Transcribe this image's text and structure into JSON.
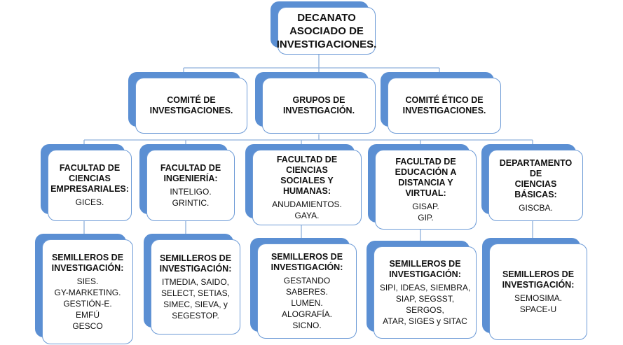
{
  "root": {
    "title": "DECANATO\nASOCIADO DE\nINVESTIGACIONES."
  },
  "level1": [
    {
      "title": "COMITÉ DE\nINVESTIGACIONES."
    },
    {
      "title": "GRUPOS DE\nINVESTIGACIÓN."
    },
    {
      "title": "COMITÉ ÉTICO DE\nINVESTIGACIONES."
    }
  ],
  "faculties": [
    {
      "title": "FACULTAD DE\nCIENCIAS\nEMPRESARIALES:",
      "items": [
        "GICES."
      ]
    },
    {
      "title": "FACULTAD DE\nINGENIERÍA:",
      "items": [
        "INTELIGO.",
        "GRINTIC."
      ]
    },
    {
      "title": "FACULTAD DE CIENCIAS\nSOCIALES Y HUMANAS:",
      "items": [
        "ANUDAMIENTOS.",
        "GAYA."
      ]
    },
    {
      "title": "FACULTAD DE\nEDUCACIÓN A\nDISTANCIA Y VIRTUAL:",
      "items": [
        "GISAP.",
        "GIP."
      ]
    },
    {
      "title": "DEPARTAMENTO DE\nCIENCIAS BÁSICAS:",
      "items": [
        "GISCBA."
      ]
    }
  ],
  "semilleros": [
    {
      "title": "SEMILLEROS DE\nINVESTIGACIÓN:",
      "items": [
        "SIES.",
        "GY-MARKETING.",
        "GESTIÓN-E.",
        "EMFÚ",
        "GESCO"
      ]
    },
    {
      "title": "SEMILLEROS DE\nINVESTIGACIÓN:",
      "items": [
        "ITMEDIA, SAIDO,\nSELECT, SETIAS,\nSIMEC, SIEVA, y\nSEGESTOP."
      ]
    },
    {
      "title": "SEMILLEROS DE\nINVESTIGACIÓN:",
      "items": [
        "GESTANDO SABERES.",
        "LUMEN.",
        "ALOGRAFÍA.",
        "SICNO."
      ]
    },
    {
      "title": "SEMILLEROS  DE\nINVESTIGACIÓN:",
      "items": [
        "SIPI, IDEAS, SIEMBRA,\nSIAP, SEGSST, SERGOS,\nATAR, SIGES y SITAC"
      ]
    },
    {
      "title": "SEMILLEROS DE\nINVESTIGACIÓN:",
      "items": [
        "SEMOSIMA.",
        "SPACE-U"
      ]
    }
  ]
}
